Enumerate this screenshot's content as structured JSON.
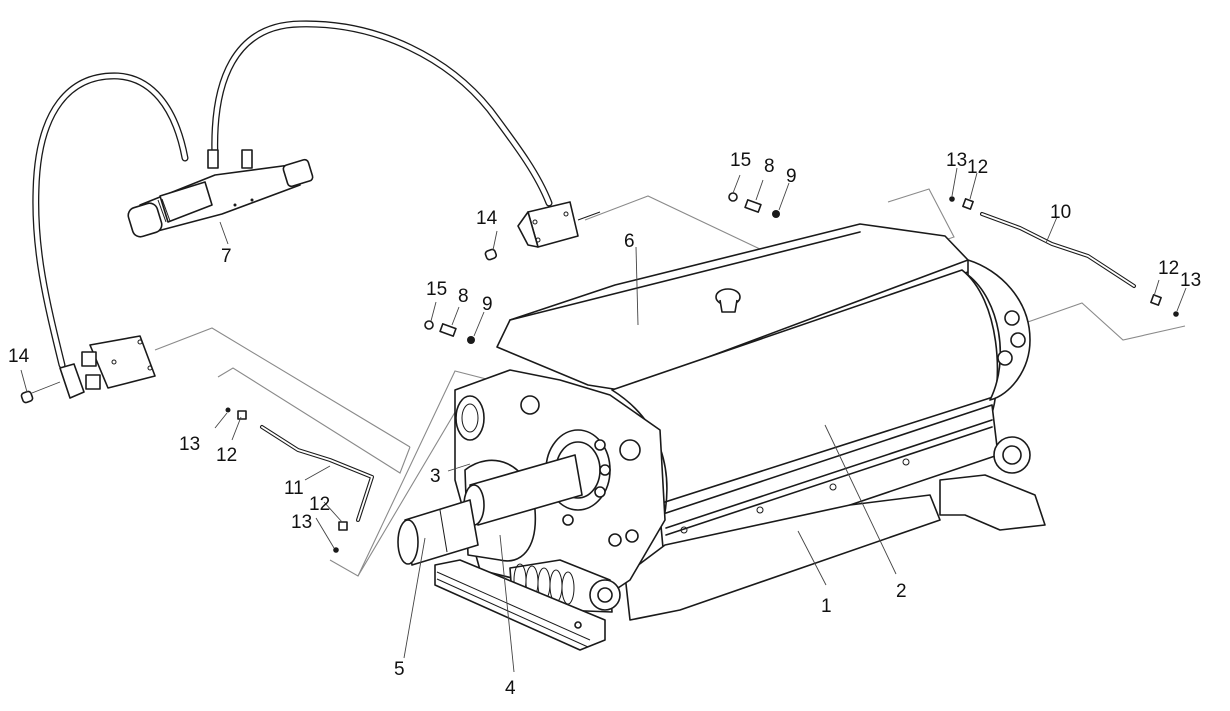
{
  "diagram": {
    "type": "exploded-parts-view",
    "colors": {
      "line": "#1a1a1a",
      "frame": "#8a8a8a",
      "background": "#ffffff"
    },
    "callouts": [
      {
        "id": "c1",
        "label": "1"
      },
      {
        "id": "c2",
        "label": "2"
      },
      {
        "id": "c3",
        "label": "3"
      },
      {
        "id": "c4",
        "label": "4"
      },
      {
        "id": "c5",
        "label": "5"
      },
      {
        "id": "c6",
        "label": "6"
      },
      {
        "id": "c7",
        "label": "7"
      },
      {
        "id": "c8a",
        "label": "8"
      },
      {
        "id": "c8b",
        "label": "8"
      },
      {
        "id": "c9a",
        "label": "9"
      },
      {
        "id": "c9b",
        "label": "9"
      },
      {
        "id": "c10",
        "label": "10"
      },
      {
        "id": "c11",
        "label": "11"
      },
      {
        "id": "c12a",
        "label": "12"
      },
      {
        "id": "c12b",
        "label": "12"
      },
      {
        "id": "c12c",
        "label": "12"
      },
      {
        "id": "c12d",
        "label": "12"
      },
      {
        "id": "c13a",
        "label": "13"
      },
      {
        "id": "c13b",
        "label": "13"
      },
      {
        "id": "c13c",
        "label": "13"
      },
      {
        "id": "c13d",
        "label": "13"
      },
      {
        "id": "c14a",
        "label": "14"
      },
      {
        "id": "c14b",
        "label": "14"
      },
      {
        "id": "c15a",
        "label": "15"
      },
      {
        "id": "c15b",
        "label": "15"
      }
    ]
  }
}
